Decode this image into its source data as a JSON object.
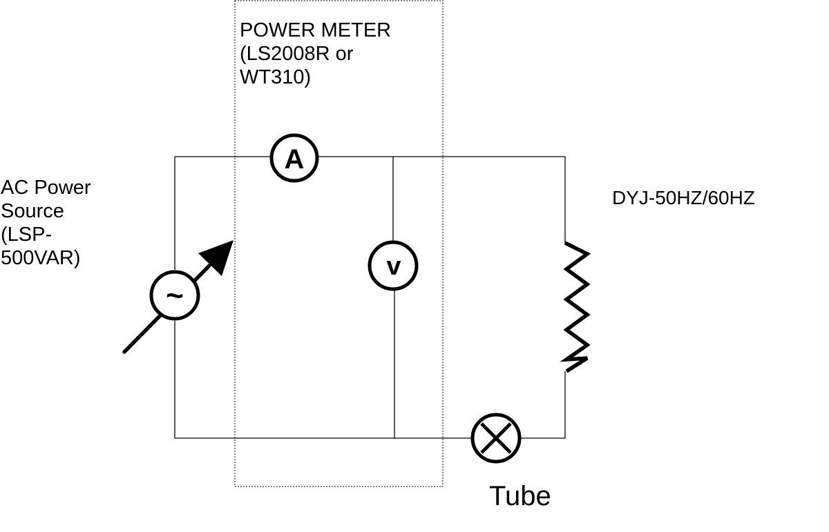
{
  "labels": {
    "power_meter": "POWER METER\n(LS2008R or\nWT310)",
    "ac_source": "AC Power\nSource\n(LSP-\n500VAR)",
    "load": "DYJ-50HZ/60HZ",
    "tube": "Tube"
  },
  "symbols": {
    "ammeter": "A",
    "voltmeter": "v",
    "ac_source": "~"
  },
  "colors": {
    "line": "#000000",
    "background": "#ffffff"
  }
}
